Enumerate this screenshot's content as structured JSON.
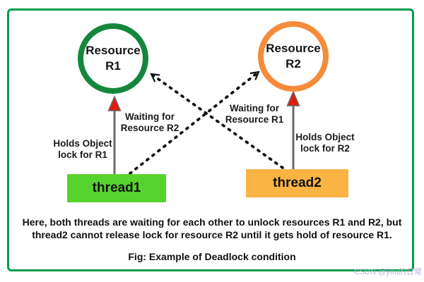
{
  "figure": {
    "caption": "Fig: Example of Deadlock condition",
    "description_lines": [
      "Here, both threads are waiting for each other to unlock resources R1 and R2, but",
      "thread2 cannot release lock for resource R2 until it gets hold of resource R1."
    ],
    "watermark": "CSDN @you的日常"
  },
  "nodes": {
    "resource_r1": {
      "line1": "Resource",
      "line2": "R1"
    },
    "resource_r2": {
      "line1": "Resource",
      "line2": "R2"
    },
    "thread1": {
      "label": "thread1"
    },
    "thread2": {
      "label": "thread2"
    }
  },
  "edges": {
    "thread1_waits_r2": {
      "line1": "Waiting for",
      "line2": "Resource R2"
    },
    "thread2_waits_r1": {
      "line1": "Waiting for",
      "line2": "Resource R1"
    },
    "thread1_holds_r1": {
      "line1": "Holds Object",
      "line2": "lock for R1"
    },
    "thread2_holds_r2": {
      "line1": "Holds Object",
      "line2": "lock for R2"
    }
  },
  "colors": {
    "frame_border": "#009c4c",
    "resource_r1_border": "#15873c",
    "resource_r2_border": "#f68b3a",
    "thread1_fill": "#57d32e",
    "thread2_fill": "#f9b444",
    "solid_arrow": "#6b6b6b",
    "arrowhead_red": "#e11c0c",
    "dashed_arrow": "#141414",
    "watermark_text": "#b8b6d6"
  }
}
